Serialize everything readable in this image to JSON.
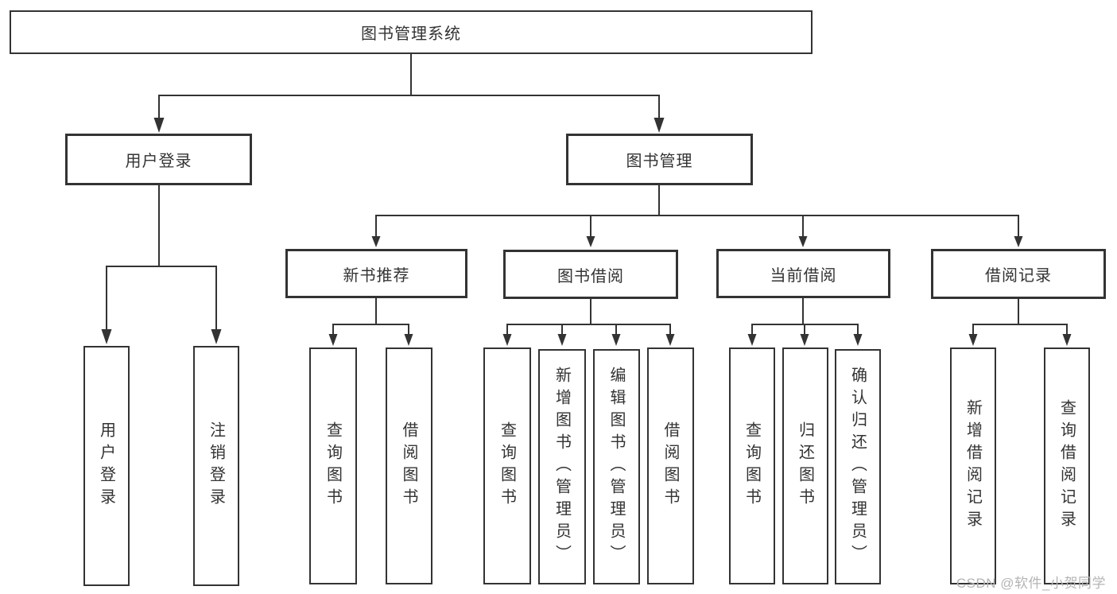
{
  "diagram": {
    "root": {
      "label": "图书管理系统"
    },
    "branches": [
      {
        "label": "用户登录",
        "children": [
          {
            "label": "用户登录"
          },
          {
            "label": "注销登录"
          }
        ]
      },
      {
        "label": "图书管理",
        "children": [
          {
            "label": "新书推荐",
            "children": [
              {
                "label": "查询图书"
              },
              {
                "label": "借阅图书"
              }
            ]
          },
          {
            "label": "图书借阅",
            "children": [
              {
                "label": "查询图书"
              },
              {
                "label": "新增图书（管理员）"
              },
              {
                "label": "编辑图书（管理员）"
              },
              {
                "label": "借阅图书"
              }
            ]
          },
          {
            "label": "当前借阅",
            "children": [
              {
                "label": "查询图书"
              },
              {
                "label": "归还图书"
              },
              {
                "label": "确认归还（管理员）"
              }
            ]
          },
          {
            "label": "借阅记录",
            "children": [
              {
                "label": "新增借阅记录"
              },
              {
                "label": "查询借阅记录"
              }
            ]
          }
        ]
      }
    ]
  },
  "watermark": {
    "text": "CSDN @软件_小贺同学"
  },
  "colors": {
    "line": "#333333",
    "text": "#333333",
    "box_background": "#ffffff",
    "background": "#ffffff",
    "watermark": "#b4b4b4"
  }
}
